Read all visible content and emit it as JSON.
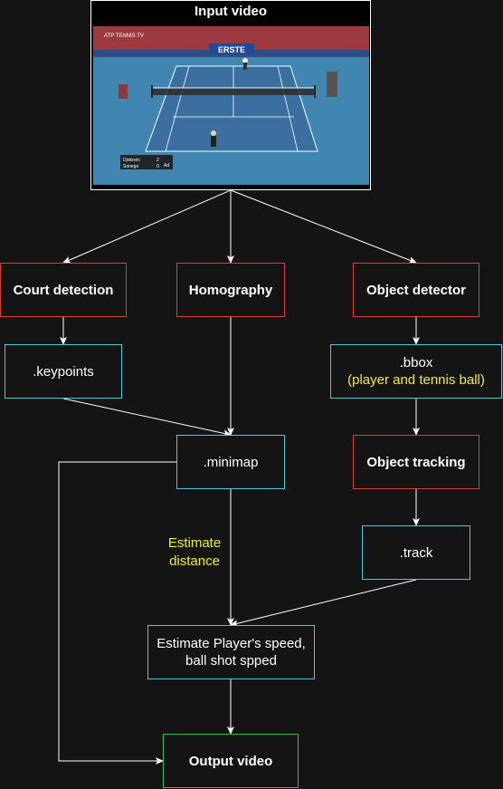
{
  "input": {
    "title": "Input video"
  },
  "nodes": {
    "court_detection": "Court detection",
    "homography": "Homography",
    "object_detector": "Object detector",
    "keypoints": ".keypoints",
    "bbox": ".bbox",
    "bbox_note": "(player and tennis ball)",
    "minimap": ".minimap",
    "object_tracking": "Object tracking",
    "track": ".track",
    "estimate_speed_line1": "Estimate Player's speed,",
    "estimate_speed_line2": "ball shot spped",
    "output_video": "Output video"
  },
  "edge_labels": {
    "estimate_distance_line1": "Estimate",
    "estimate_distance_line2": "distance"
  },
  "frame": {
    "scoreboard": [
      {
        "name": "Djokovic",
        "sets": "2",
        "points": "Ad"
      },
      {
        "name": "Sonego",
        "sets": "0",
        "points": ""
      }
    ],
    "banner": "ERSTE",
    "broadcast": "ATP TENNIS TV"
  },
  "colors": {
    "background": "#141414",
    "box_red": "#e03b3b",
    "box_cyan": "#3fd0dc",
    "box_green": "#2fc43a",
    "highlight_text": "#f5f10a",
    "court": "#3f87b1"
  }
}
